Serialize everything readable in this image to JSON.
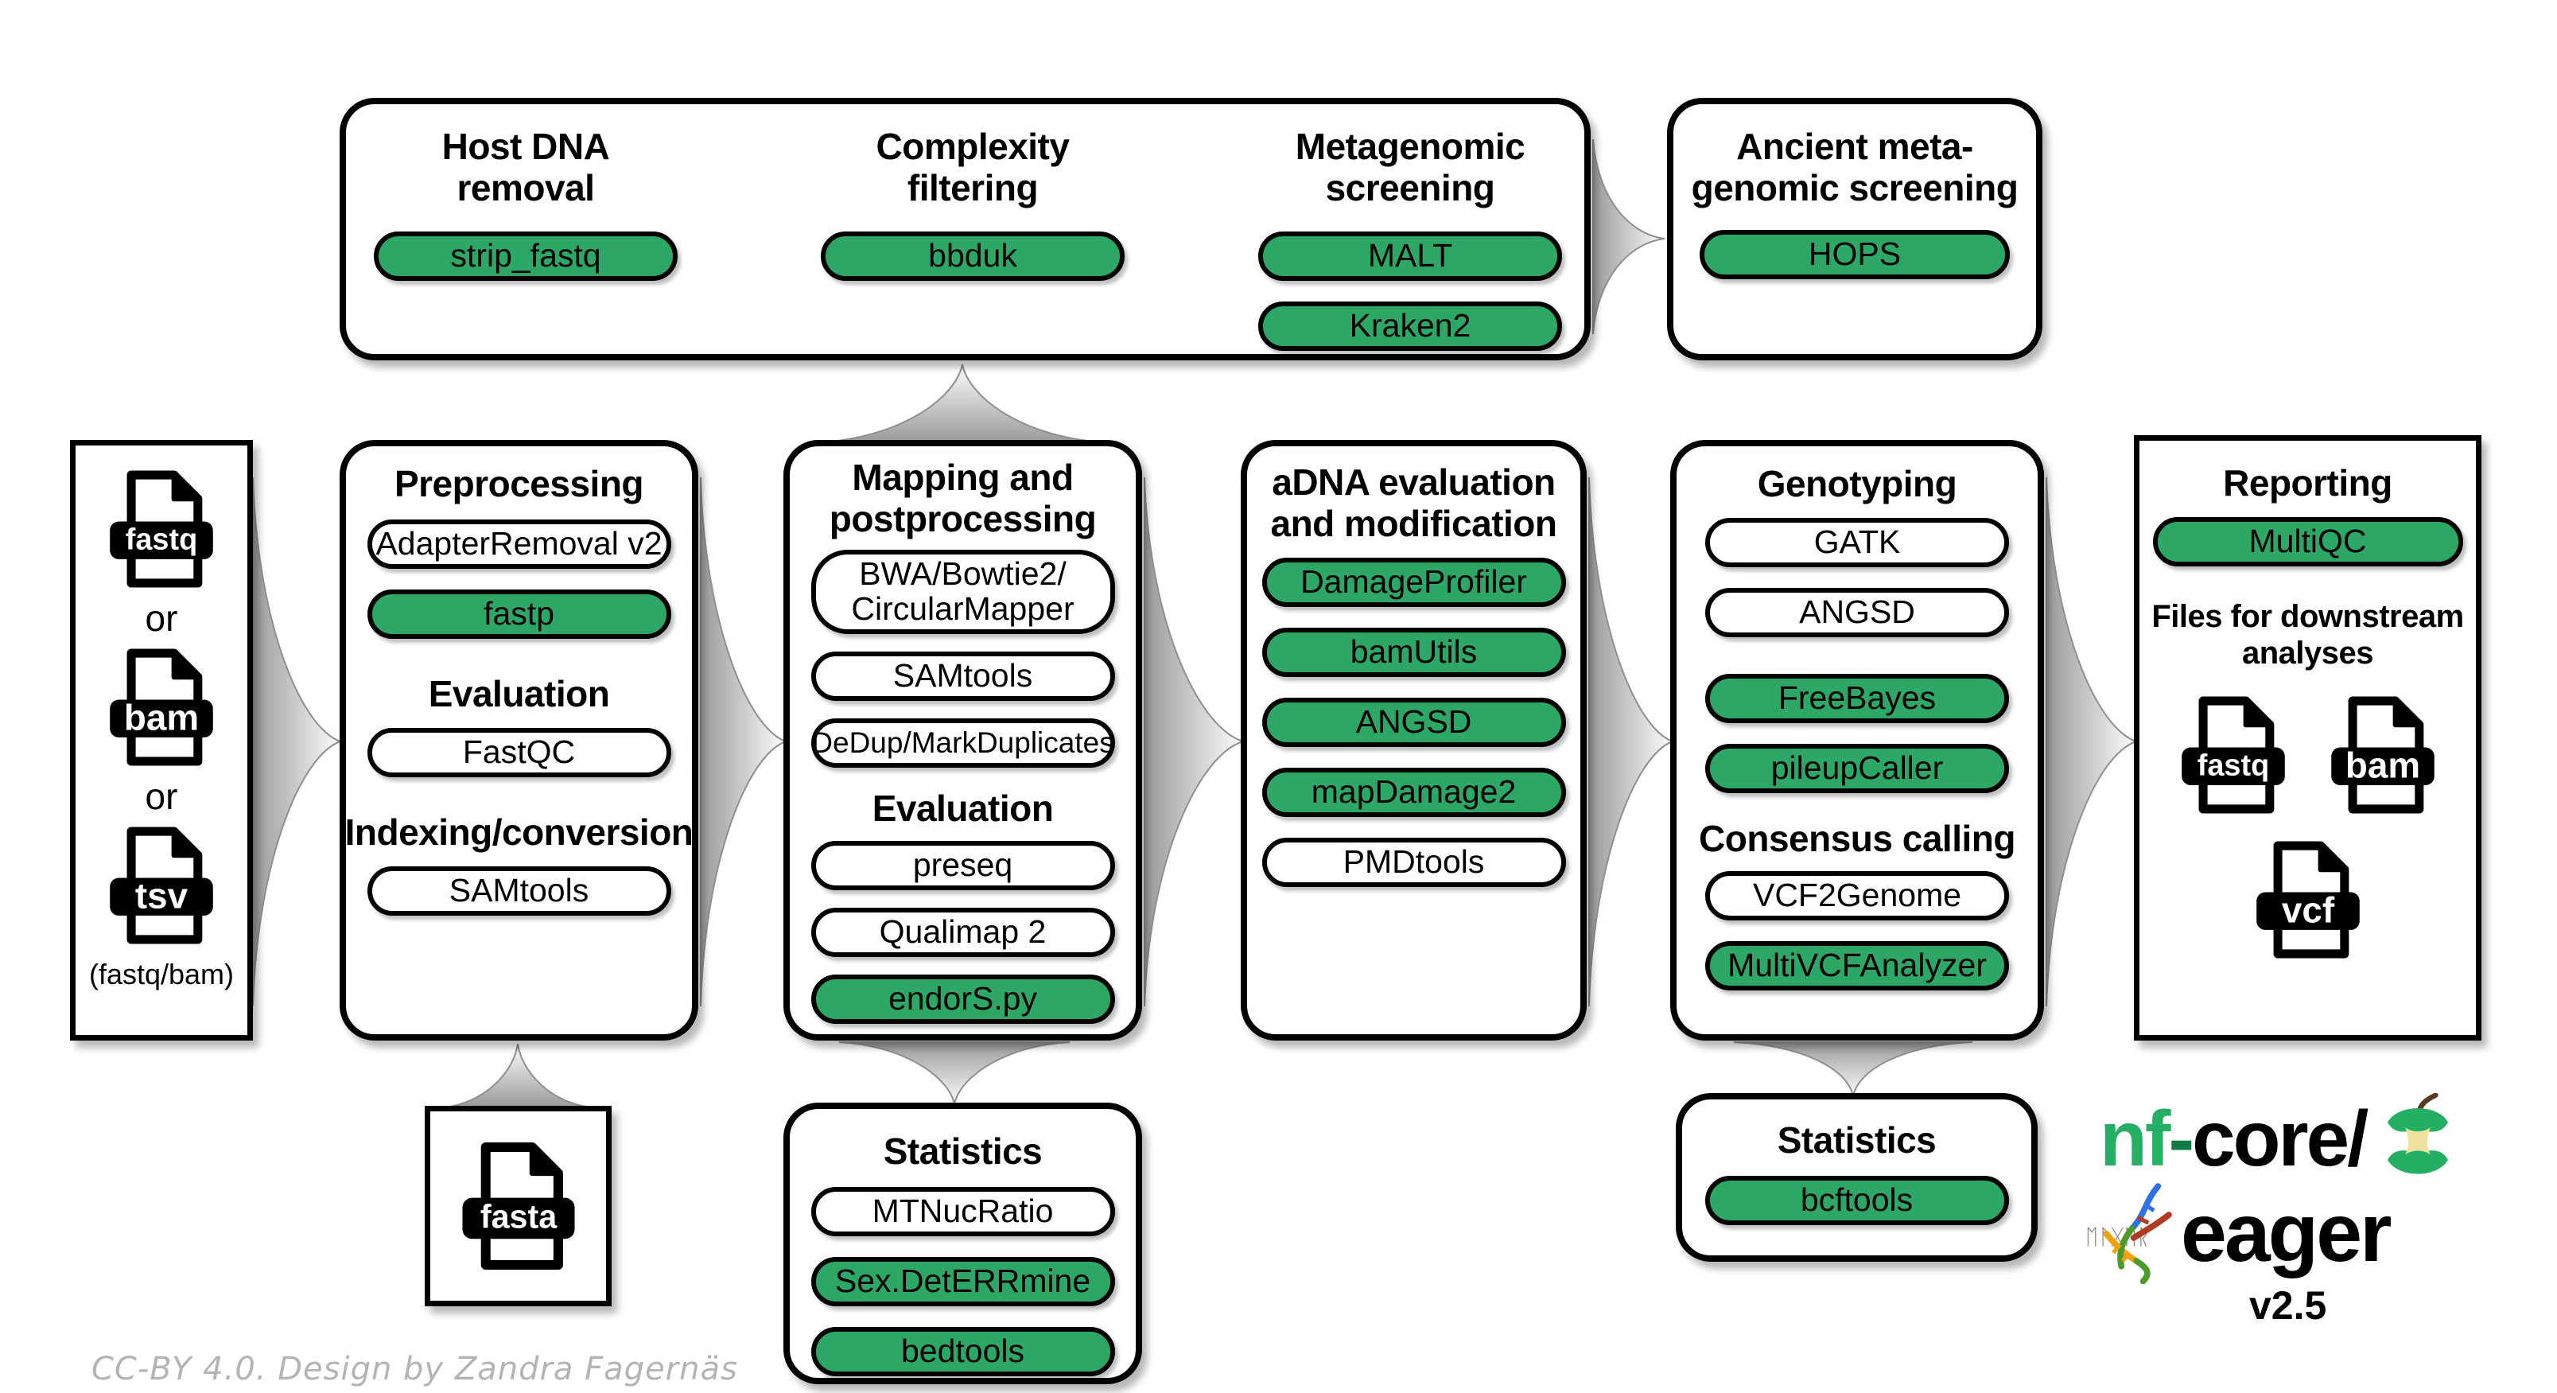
{
  "credit": "CC-BY 4.0. Design by Zandra Fagernäs",
  "screening": {
    "host": {
      "line1": "Host DNA",
      "line2": "removal",
      "tool": "strip_fastq"
    },
    "complexity": {
      "line1": "Complexity",
      "line2": "filtering",
      "tool": "bbduk"
    },
    "metagenomic": {
      "line1": "Metagenomic",
      "line2": "screening",
      "tool1": "MALT",
      "tool2": "Kraken2"
    }
  },
  "ancient": {
    "line1": "Ancient meta-",
    "line2": "genomic screening",
    "tool": "HOPS"
  },
  "input": {
    "file1": "fastq",
    "or1": "or",
    "file2": "bam",
    "or2": "or",
    "file3": "tsv",
    "caption": "(fastq/bam)"
  },
  "reference": {
    "file": "fasta"
  },
  "preprocessing": {
    "title": "Preprocessing",
    "tool1": "AdapterRemoval v2",
    "tool2": "fastp",
    "heading2": "Evaluation",
    "tool3": "FastQC",
    "heading3": "Indexing/conversion",
    "tool4": "SAMtools"
  },
  "mapping": {
    "line1": "Mapping and",
    "line2": "postprocessing",
    "tool1line1": "BWA/Bowtie2/",
    "tool1line2": "CircularMapper",
    "tool2": "SAMtools",
    "tool3": "DeDup/MarkDuplicates",
    "heading2": "Evaluation",
    "tool4": "preseq",
    "tool5": "Qualimap 2",
    "tool6": "endorS.py"
  },
  "adna": {
    "line1": "aDNA evaluation",
    "line2": "and modification",
    "tool1": "DamageProfiler",
    "tool2": "bamUtils",
    "tool3": "ANGSD",
    "tool4": "mapDamage2",
    "tool5": "PMDtools"
  },
  "genotyping": {
    "title": "Genotyping",
    "tool1": "GATK",
    "tool2": "ANGSD",
    "tool3": "FreeBayes",
    "tool4": "pileupCaller",
    "heading2": "Consensus calling",
    "tool5": "VCF2Genome",
    "tool6": "MultiVCFAnalyzer"
  },
  "reporting": {
    "title": "Reporting",
    "tool1": "MultiQC",
    "heading2line1": "Files for downstream",
    "heading2line2": "analyses",
    "file1": "fastq",
    "file2": "bam",
    "file3": "vcf"
  },
  "stats_mapping": {
    "title": "Statistics",
    "tool1": "MTNucRatio",
    "tool2": "Sex.DetERRmine",
    "tool3": "bedtools"
  },
  "stats_genotyping": {
    "title": "Statistics",
    "tool1": "bcftools"
  },
  "logo": {
    "nf": "nf",
    "dash": "-",
    "core": "core/",
    "eager": "eager",
    "runes": "ᛖᚨᚷᛖᚱ",
    "version": "v2.5"
  },
  "colors": {
    "green": "#2CA765",
    "black": "#000000",
    "arrow_gray": "#969696",
    "credit_gray": "#b4b4b4",
    "logo_green": "#25AF64",
    "apple_core": "#EFE2A0",
    "stem_brown": "#5B3A21"
  }
}
